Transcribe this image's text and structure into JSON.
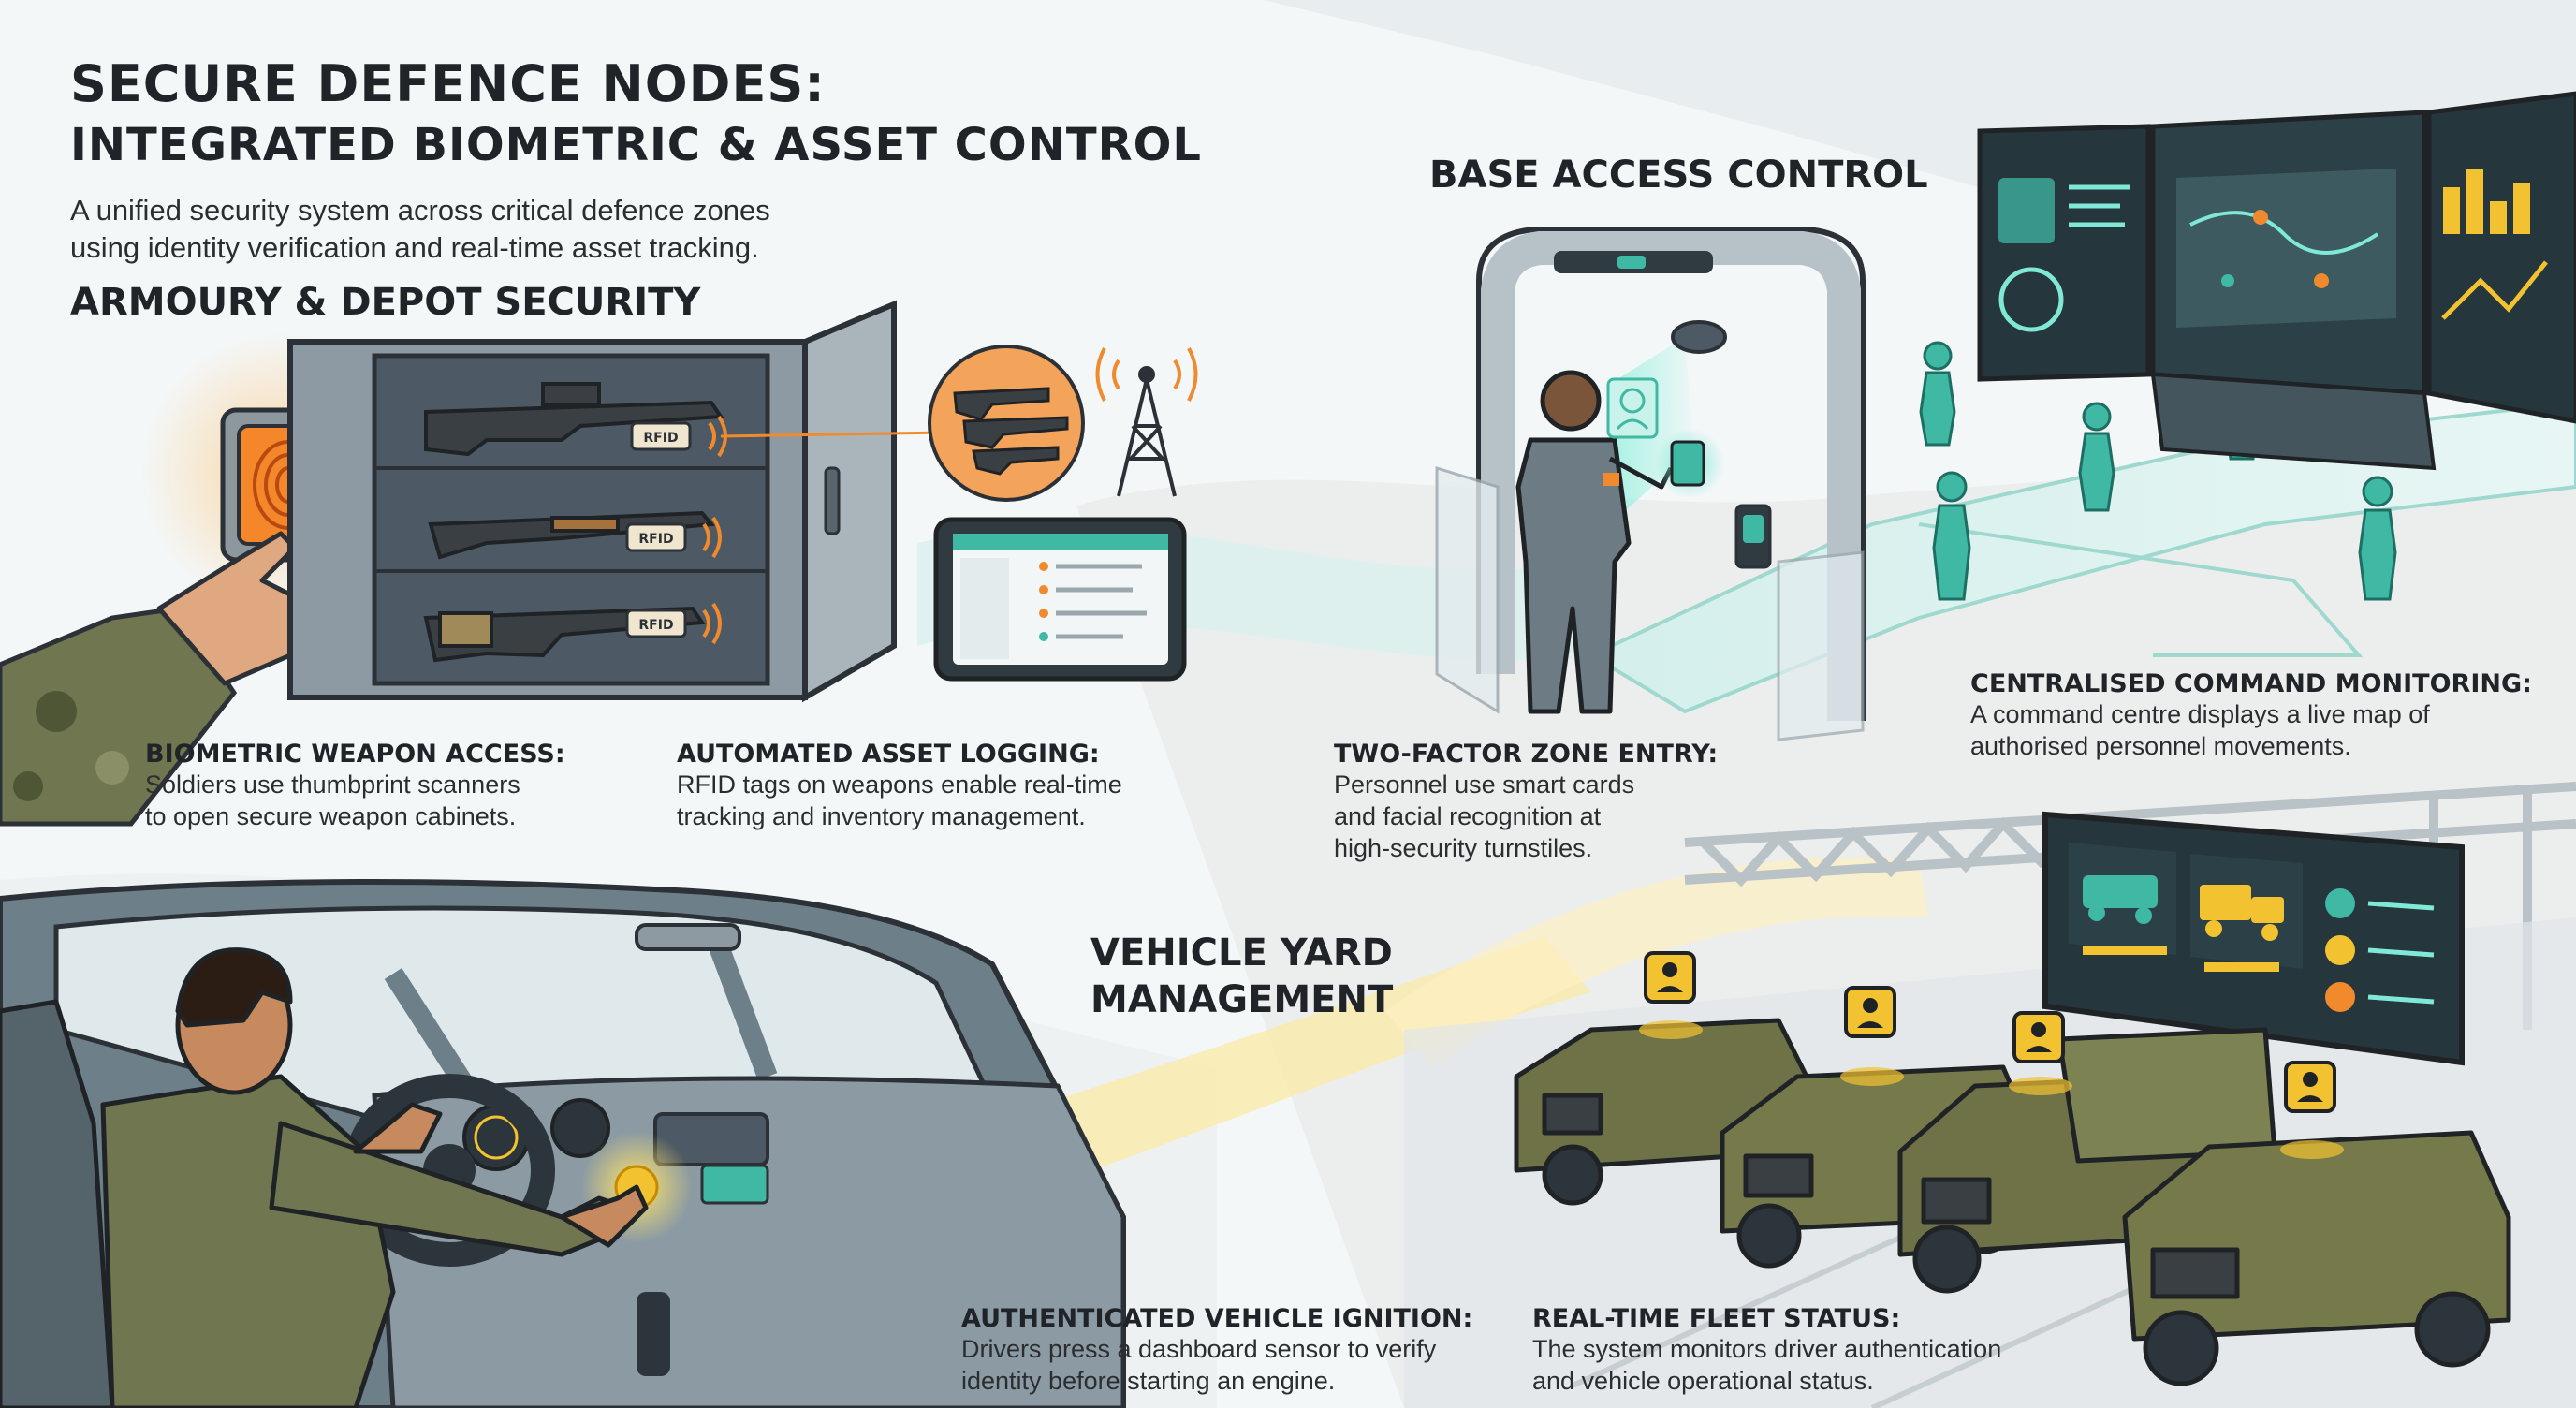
{
  "header": {
    "title_line1": "SECURE DEFENCE NODES:",
    "title_line2": "INTEGRATED BIOMETRIC & ASSET CONTROL",
    "intro_line1": "A unified security system across critical defence zones",
    "intro_line2": "using identity verification and real-time asset tracking."
  },
  "sections": {
    "armoury": "ARMOURY & DEPOT SECURITY",
    "base": "BASE ACCESS CONTROL",
    "vehicle_line1": "VEHICLE YARD",
    "vehicle_line2": "MANAGEMENT"
  },
  "rfid_tag": "RFID",
  "captions": {
    "biometric": {
      "title": "BIOMETRIC WEAPON ACCESS:",
      "line1": "Soldiers use thumbprint scanners",
      "line2": "to open secure weapon cabinets."
    },
    "asset_logging": {
      "title": "AUTOMATED ASSET LOGGING:",
      "line1": "RFID tags on weapons enable real-time",
      "line2": "tracking and inventory management."
    },
    "two_factor": {
      "title": "TWO-FACTOR ZONE ENTRY:",
      "line1": "Personnel use smart cards",
      "line2": "and facial recognition at",
      "line3": "high-security turnstiles."
    },
    "command": {
      "title": "CENTRALISED COMMAND MONITORING:",
      "line1": "A command centre displays a live map of",
      "line2": "authorised personnel movements."
    },
    "ignition": {
      "title": "AUTHENTICATED VEHICLE IGNITION:",
      "line1": "Drivers press a dashboard sensor to verify",
      "line2": "identity before starting an engine."
    },
    "fleet": {
      "title": "REAL-TIME FLEET STATUS:",
      "line1": "The system monitors driver authentication",
      "line2": "and vehicle operational status."
    }
  },
  "colors": {
    "accent_orange": "#f08a2c",
    "accent_teal": "#3fb8a4",
    "accent_yellow": "#f2c230",
    "olive": "#6e7246",
    "steel": "#6d7b85",
    "screen_dark": "#26363d"
  },
  "icons": [
    "fingerprint-icon",
    "rfid-signal-icon",
    "radio-tower-icon",
    "face-scan-icon",
    "smart-card-icon",
    "map-pin-icon",
    "driver-auth-icon",
    "jeep-icon",
    "truck-icon"
  ]
}
